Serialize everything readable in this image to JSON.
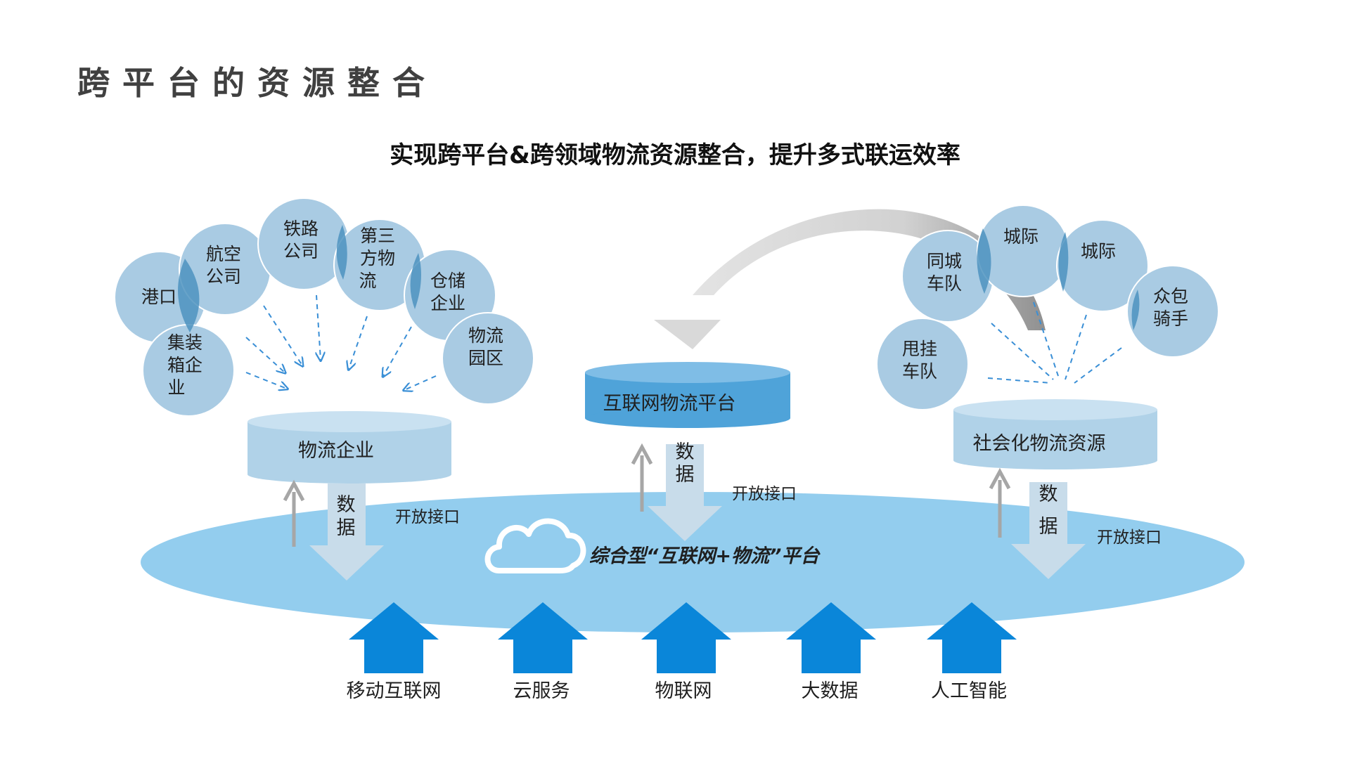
{
  "page_title": "跨平台的资源整合",
  "subtitle": "实现跨平台&跨领域物流资源整合，提升多式联运效率",
  "colors": {
    "ellipse": "#93cdee",
    "bubble_light": "#a9cbe3",
    "bubble_overlap": "#4d93bf",
    "bubble_stroke": "#ffffff",
    "cylinder_light": "#b0d2e8",
    "cylinder_top": "#c9e1f1",
    "platform_cylinder": "#4fa3d9",
    "platform_top": "#7fbde6",
    "dash": "#3a8fd6",
    "tech_arrow": "#0a86d9",
    "data_arrow": "#c8dcea",
    "up_arrow": "#a6a6a6",
    "curve_arrow": "#d9d9d9"
  },
  "left_group": {
    "bubbles": [
      {
        "id": "port",
        "lines": [
          "港口"
        ]
      },
      {
        "id": "airline",
        "lines": [
          "航空",
          "公司"
        ]
      },
      {
        "id": "railway",
        "lines": [
          "铁路",
          "公司"
        ]
      },
      {
        "id": "third_party",
        "lines": [
          "第三",
          "方物",
          "流"
        ]
      },
      {
        "id": "warehouse",
        "lines": [
          "仓储",
          "企业"
        ]
      },
      {
        "id": "container",
        "lines": [
          "集装",
          "箱企",
          "业"
        ]
      },
      {
        "id": "park",
        "lines": [
          "物流",
          "园区"
        ]
      }
    ],
    "cylinder_label": "物流企业",
    "data_label": [
      "数",
      "据"
    ],
    "interface_label": "开放接口"
  },
  "center_group": {
    "cylinder_label": "互联网物流平台",
    "data_label": [
      "数",
      "据"
    ],
    "interface_label": "开放接口"
  },
  "right_group": {
    "bubbles": [
      {
        "id": "same_city",
        "lines": [
          "同城",
          "车队"
        ]
      },
      {
        "id": "intercity_1",
        "lines": [
          "城际"
        ]
      },
      {
        "id": "intercity_2",
        "lines": [
          "城际"
        ]
      },
      {
        "id": "crowdsource",
        "lines": [
          "众包",
          "骑手"
        ]
      },
      {
        "id": "drop_trailer",
        "lines": [
          "甩挂",
          "车队"
        ]
      }
    ],
    "cylinder_label": "社会化物流资源",
    "data_label": [
      "数",
      "据"
    ],
    "interface_label": "开放接口"
  },
  "platform_label": "综合型“互联网+物流”平台",
  "cloud_icon": "cloud-icon",
  "technologies": [
    {
      "id": "mobile_internet",
      "label": "移动互联网"
    },
    {
      "id": "cloud_service",
      "label": "云服务"
    },
    {
      "id": "iot",
      "label": "物联网"
    },
    {
      "id": "big_data",
      "label": "大数据"
    },
    {
      "id": "ai",
      "label": "人工智能"
    }
  ]
}
